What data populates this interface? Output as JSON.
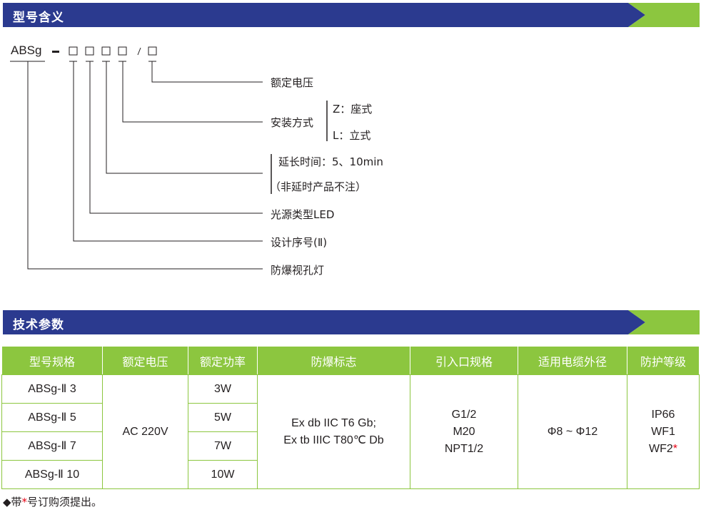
{
  "sections": {
    "model_meaning": "型号含义",
    "tech_params": "技术参数"
  },
  "colors": {
    "bar_blue": "#2b3a8f",
    "bar_green": "#8cc63f",
    "star_red": "#e60012"
  },
  "model_code": {
    "prefix": "ABSg",
    "separator": "-",
    "slash": "/"
  },
  "legend": {
    "rated_voltage": "额定电压",
    "install": "安装方式",
    "install_z": "Z：座式",
    "install_l": "L：立式",
    "delay": "延长时间：5、10min",
    "delay_note": "（非延时产品不注）",
    "light_source": "光源类型LED",
    "design_no": "设计序号(Ⅱ)",
    "product": "防爆视孔灯"
  },
  "table": {
    "headers": [
      "型号规格",
      "额定电压",
      "额定功率",
      "防爆标志",
      "引入口规格",
      "适用电缆外径",
      "防护等级"
    ],
    "models": [
      "ABSg-Ⅱ 3",
      "ABSg-Ⅱ 5",
      "ABSg-Ⅱ 7",
      "ABSg-Ⅱ 10"
    ],
    "voltage": "AC 220V",
    "powers": [
      "3W",
      "5W",
      "7W",
      "10W"
    ],
    "ex_mark_1": "Ex db IIC T6 Gb;",
    "ex_mark_2": "Ex tb IIIC T80℃ Db",
    "entry_1": "G1/2",
    "entry_2": "M20",
    "entry_3": "NPT1/2",
    "cable": "Φ8 ~ Φ12",
    "ip_1": "IP66",
    "ip_2": "WF1",
    "ip_3": "WF2",
    "ip_star": "*"
  },
  "footnote": {
    "prefix": "◆带",
    "star": "*",
    "suffix": "号订购须提出。"
  }
}
